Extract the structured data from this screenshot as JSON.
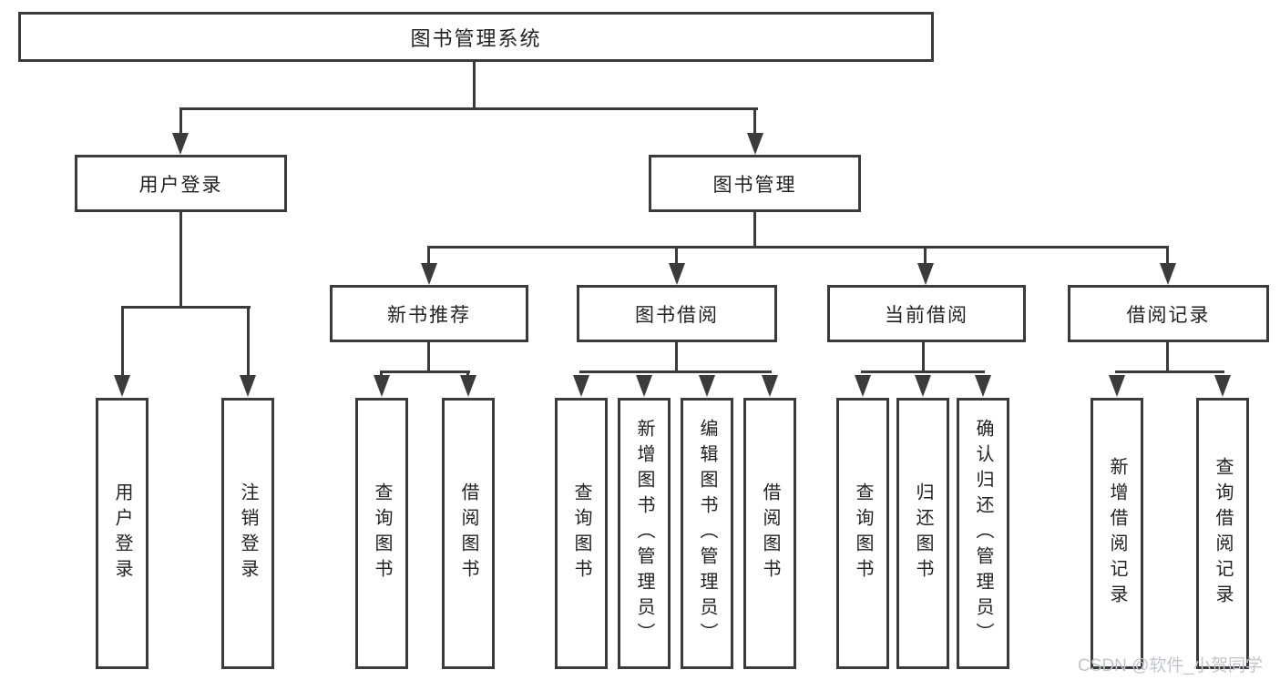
{
  "tree": {
    "root": {
      "label": "图书管理系统"
    },
    "branches": [
      {
        "label": "用户登录",
        "children": [
          {
            "label": "用户登录"
          },
          {
            "label": "注销登录"
          }
        ]
      },
      {
        "label": "图书管理",
        "children": [
          {
            "label": "新书推荐",
            "children": [
              {
                "label": "查询图书"
              },
              {
                "label": "借阅图书"
              }
            ]
          },
          {
            "label": "图书借阅",
            "children": [
              {
                "label": "查询图书"
              },
              {
                "label": "新增图书（管理员）"
              },
              {
                "label": "编辑图书（管理员）"
              },
              {
                "label": "借阅图书"
              }
            ]
          },
          {
            "label": "当前借阅",
            "children": [
              {
                "label": "查询图书"
              },
              {
                "label": "归还图书"
              },
              {
                "label": "确认归还（管理员）"
              }
            ]
          },
          {
            "label": "借阅记录",
            "children": [
              {
                "label": "新增借阅记录"
              },
              {
                "label": "查询借阅记录"
              }
            ]
          }
        ]
      }
    ]
  },
  "watermark": {
    "text": "CSDN @软件_小贺同学"
  },
  "colors": {
    "line": "#3b3b3b",
    "text": "#222222",
    "background": "#ffffff",
    "watermark": "#c2c6cc"
  }
}
